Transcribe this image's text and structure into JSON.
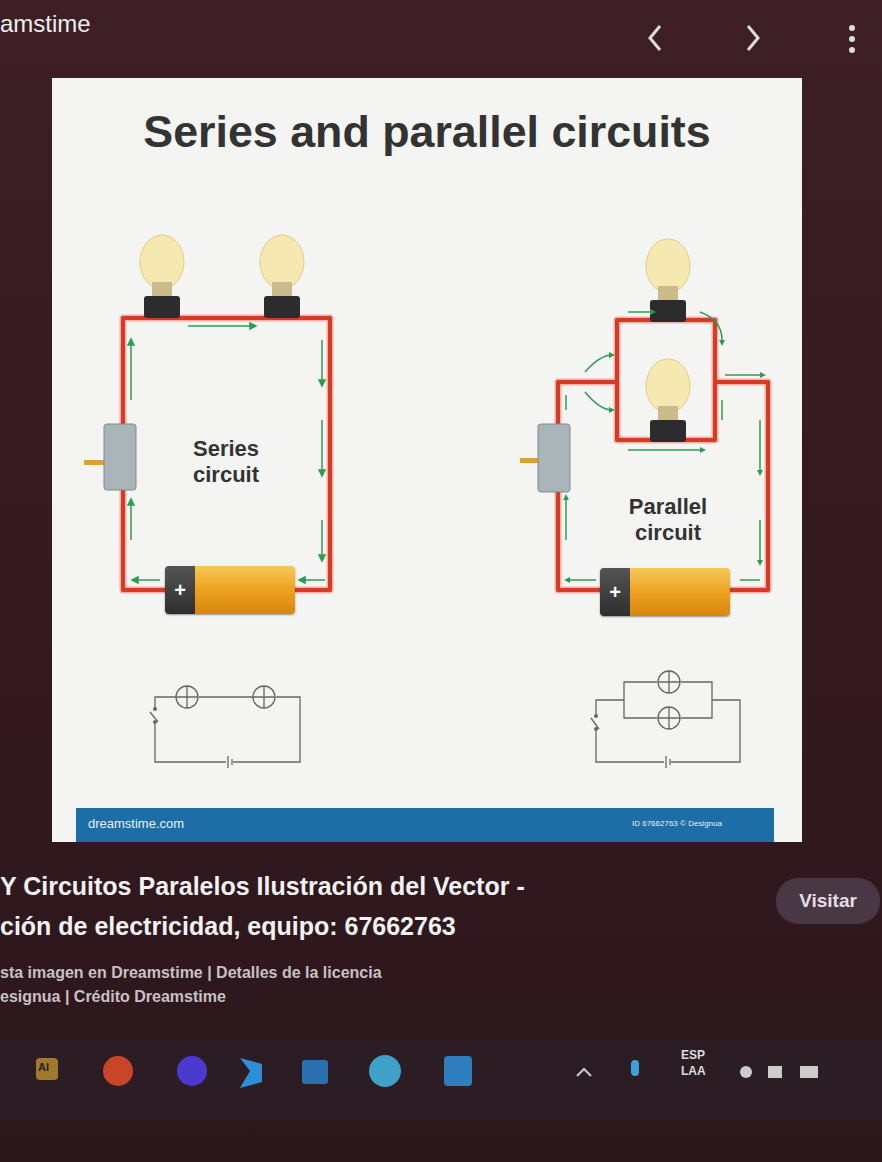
{
  "diagram": {
    "title": "Series and parallel circuits",
    "nodes": [
      {
        "text": [
          "+"
        ]
      },
      {
        "text": [
          "+"
        ]
      },
      {
        "text": [
          "Visitar"
        ]
      }
    ],
    "labels": [
      "amstime",
      "Series circuit",
      "Parallel circuit",
      "dreamstime.com",
      "ID 67662763 © Designua",
      "Y Circuitos Paralelos Ilustración del Vector -",
      "ción de electricidad, equipo: 67662763",
      "sta imagen en  Dreamstime | Detalles de la licencia",
      "esignua | Crédito  Dreamstime",
      "ESP",
      "LAA",
      "AI"
    ]
  }
}
